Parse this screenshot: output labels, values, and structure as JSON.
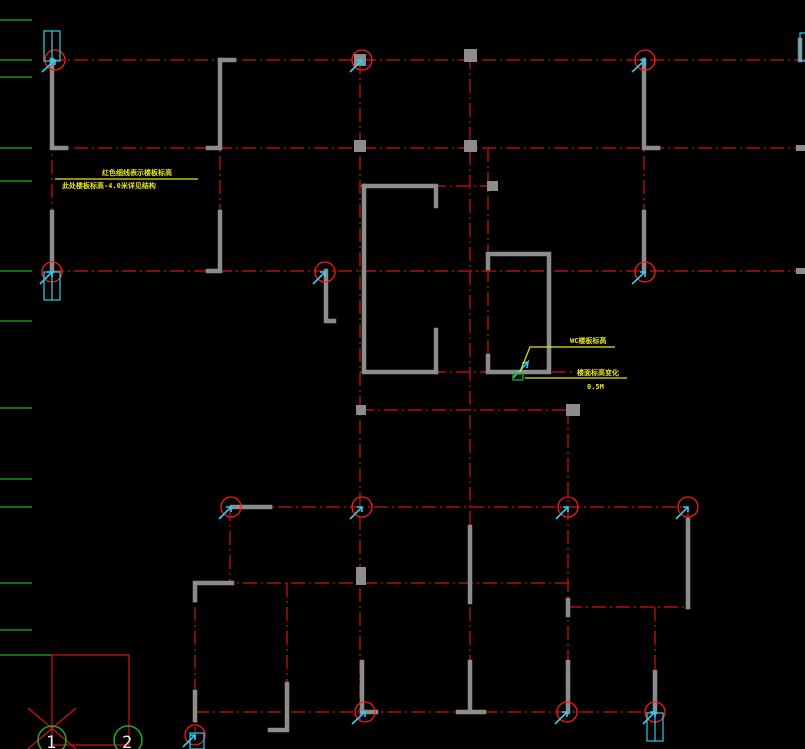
{
  "annotations": {
    "note_a_line1": "红色细线表示楼板标高",
    "note_a_line2": "此处楼板标高-4.0米详见结构",
    "note_b_line1": "WC楼板标高",
    "note_b_line2": "楼面标高变化",
    "note_b_line3": "0.5M"
  },
  "grid_axes": [
    {
      "label": "1"
    },
    {
      "label": "2"
    }
  ],
  "colors": {
    "background": "#000000",
    "axis_line": "#d41111",
    "wall": "#8c8c8c",
    "column_marker": "#ff1a1a",
    "leader_arrow": "#33ccee",
    "annotation": "#e6e61a",
    "grid_tick": "#1fae1f"
  }
}
